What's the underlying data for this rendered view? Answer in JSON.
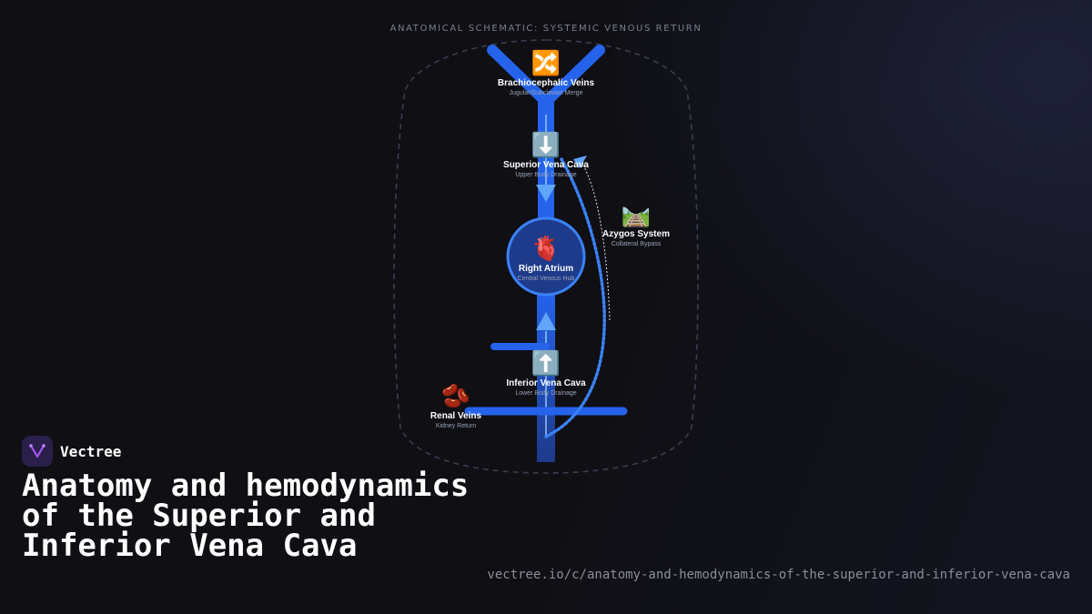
{
  "diagram": {
    "title": "ANATOMICAL SCHEMATIC: SYSTEMIC VENOUS RETURN",
    "nodes": {
      "brachiocephalic": {
        "icon": "🔀",
        "label": "Brachiocephalic Veins",
        "sublabel": "Jugular/Subclavian Merge"
      },
      "svc": {
        "icon": "⬇️",
        "label": "Superior Vena Cava",
        "sublabel": "Upper Body Drainage"
      },
      "azygos": {
        "icon": "🛤️",
        "label": "Azygos System",
        "sublabel": "Collateral Bypass"
      },
      "right_atrium": {
        "icon": "🫀",
        "label": "Right Atrium",
        "sublabel": "Central Venous Hub"
      },
      "ivc": {
        "icon": "⬆️",
        "label": "Inferior Vena Cava",
        "sublabel": "Lower Body Drainage"
      },
      "renal": {
        "icon": "🫘",
        "label": "Renal Veins",
        "sublabel": "Kidney Return"
      }
    },
    "colors": {
      "vessel": "#2563eb",
      "accent": "#60a5fa",
      "atrium_fill": "#1e3a8a"
    }
  },
  "brand": {
    "name": "Vectree"
  },
  "page": {
    "title": "Anatomy and hemodynamics of the Superior and Inferior Vena Cava",
    "url": "vectree.io/c/anatomy-and-hemodynamics-of-the-superior-and-inferior-vena-cava"
  }
}
